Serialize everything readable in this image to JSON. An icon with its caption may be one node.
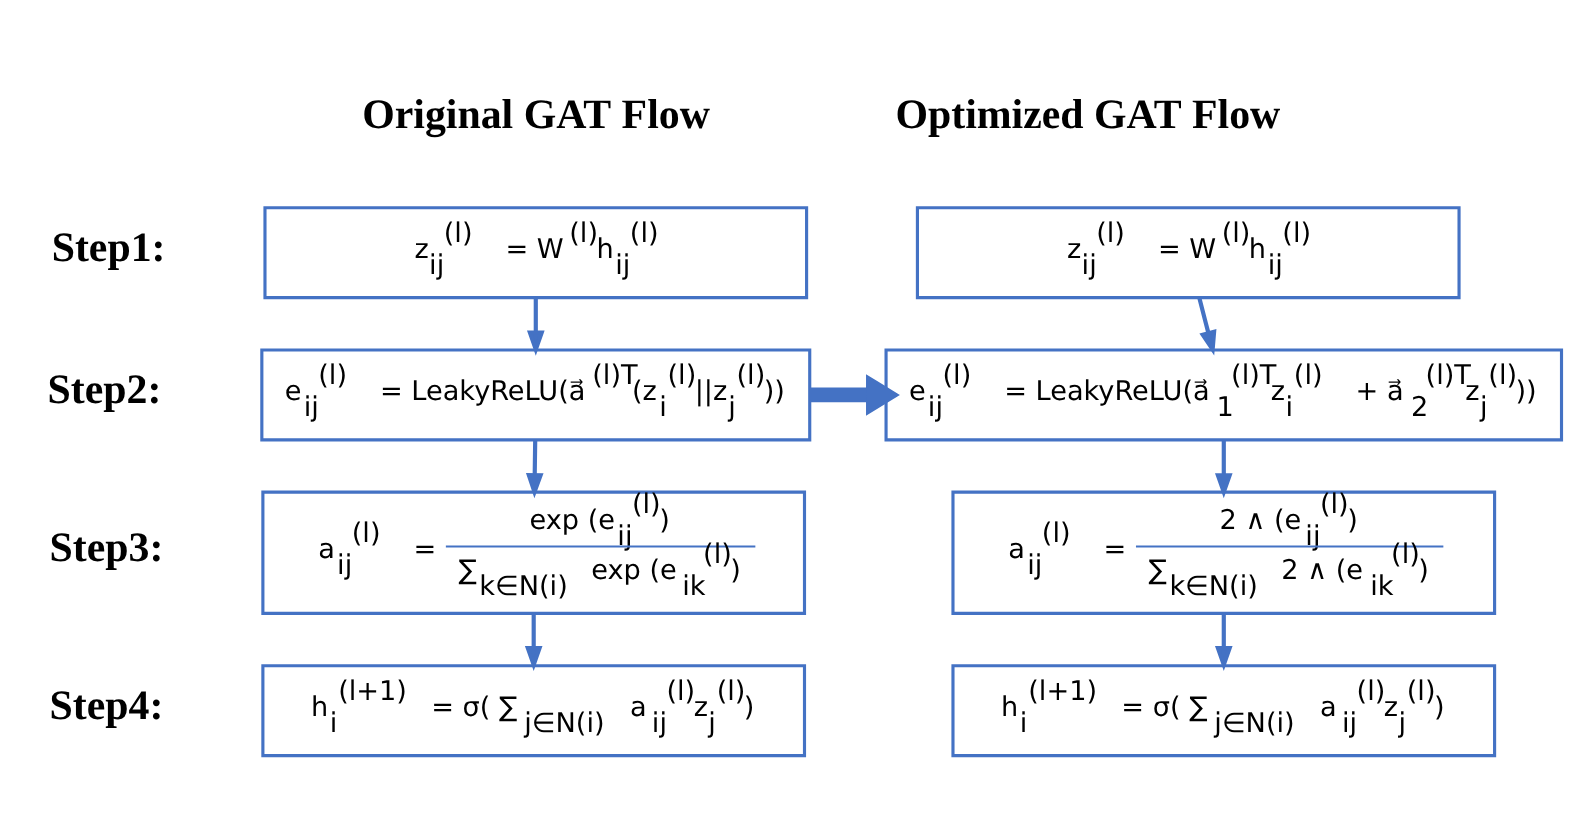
{
  "diagram": {
    "nodes": [
      {
        "text": [
          "z$_{ij}$$^{(l)}$ = W$^{(l)}$h$_{ij}$$^{(l)}$"
        ]
      },
      {
        "text": [
          "e$_{ij}$$^{(l)}$ = LeakyReLU(a⃗$^{(l)T}$(z$_{i}$$^{(l)}$||z$_{j}$$^{(l)}$))"
        ]
      },
      {
        "text": [
          "a$_{ij}$$^{(l)}$ =",
          "exp (e$_{ij}$$^{(l)}$)",
          "∑$_{k∈N(i)}$ exp (e$_{ik}$$^{(l)}$)"
        ]
      },
      {
        "text": [
          "h$_{i}$$^{(l+1)}$ = σ( ∑$_{j∈N(i)}$ a$_{ij}$$^{(l)}$z$_{j}$$^{(l)}$)"
        ]
      },
      {
        "text": [
          "z$_{ij}$$^{(l)}$ = W$^{(l)}$h$_{ij}$$^{(l)}$"
        ]
      },
      {
        "text": [
          "e$_{ij}$$^{(l)}$ = LeakyReLU(a⃗$_{1}$$^{(l)T}$z$_{i}$$^{(l)}$ + a⃗$_{2}$$^{(l)T}$z$_{j}$$^{(l)}$))"
        ]
      },
      {
        "text": [
          "a$_{ij}$$^{(l)}$ =",
          "2 ∧ (e$_{ij}$$^{(l)}$)",
          "∑$_{k∈N(i)}$ 2 ∧ (e$_{ik}$$^{(l)}$)"
        ]
      },
      {
        "text": [
          "h$_{i}$$^{(l+1)}$ = σ( ∑$_{j∈N(i)}$ a$_{ij}$$^{(l)}$z$_{j}$$^{(l)}$)"
        ]
      }
    ],
    "edges": [
      {
        "from": 0,
        "to": 1,
        "arrow": "to"
      },
      {
        "from": 1,
        "to": 2,
        "arrow": "to"
      },
      {
        "from": 2,
        "to": 3,
        "arrow": "to"
      },
      {
        "from": 4,
        "to": 5,
        "arrow": "to"
      },
      {
        "from": 5,
        "to": 6,
        "arrow": "to"
      },
      {
        "from": 6,
        "to": 7,
        "arrow": "to"
      },
      {
        "from": 1,
        "to": 5,
        "arrow": "to",
        "style": "thick"
      }
    ],
    "labels": [
      "Original GAT Flow",
      "Optimized GAT Flow",
      "Step1:",
      "Step2:",
      "Step3:",
      "Step4:"
    ]
  }
}
